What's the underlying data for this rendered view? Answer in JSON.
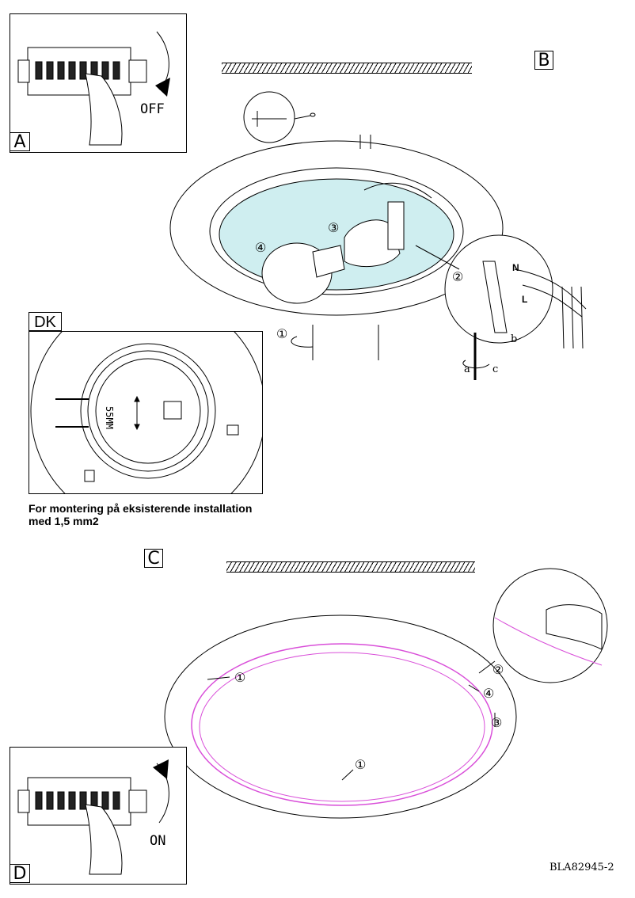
{
  "panels": {
    "a": {
      "tag": "A",
      "switch_label": "OFF"
    },
    "b": {
      "tag": "B"
    },
    "dk": {
      "tag": "DK",
      "dimension": "55MM"
    },
    "c": {
      "tag": "C"
    },
    "d": {
      "tag": "D",
      "switch_label": "ON"
    }
  },
  "note": {
    "line1": "For montering på  eksisterende installation",
    "line2": "med 1,5 mm2"
  },
  "wire_labels": {
    "n": "N",
    "l": "L"
  },
  "tool_labels": {
    "a": "a",
    "b": "b",
    "c": "c"
  },
  "step_markers": {
    "s1": "①",
    "s2": "②",
    "s3": "③",
    "s4": "④"
  },
  "doc_code": "BLA82945-2",
  "colors": {
    "glass": "#cfeef0",
    "rim": "#d94fd9"
  }
}
